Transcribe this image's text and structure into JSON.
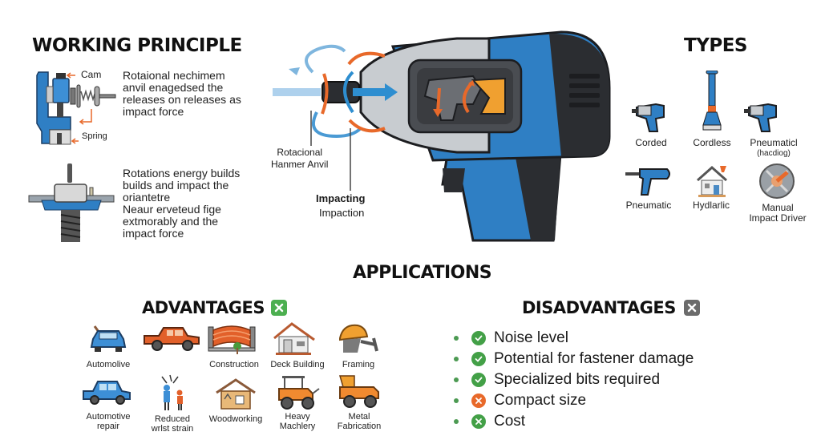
{
  "working_principle": {
    "title": "WORKING PRINCIPLE",
    "diagram1": {
      "label_cam": "Cam",
      "label_spring": "Spring",
      "text": [
        "Rotaional nechimem",
        "anvil enagedsed the",
        "releases on releases as",
        "impact force"
      ]
    },
    "diagram2": {
      "text": [
        "Rotations energy builds",
        "builds and impact the",
        "oriantetre",
        "Neaur erveteud fige",
        "extmorably and the",
        "impact force"
      ]
    }
  },
  "tool_illustration": {
    "label_rotational": [
      "Rotacional",
      "Hanmer Anvil"
    ],
    "label_impacting_bold": "Impacting",
    "label_impacting": "Impaction"
  },
  "types": {
    "title": "TYPES",
    "items": [
      {
        "label": "Corded",
        "sub": ""
      },
      {
        "label": "Cordless",
        "sub": ""
      },
      {
        "label": "Pneumaticl",
        "sub": "(hacdiog)"
      },
      {
        "label": "Pneumatic",
        "sub": ""
      },
      {
        "label": "Hydlarlic",
        "sub": ""
      },
      {
        "label": "Manual",
        "sub": "Impact Driver"
      }
    ]
  },
  "applications": {
    "title": "APPLICATIONS"
  },
  "advantages": {
    "title": "ADVANTAGES",
    "badge_color": "#4caf50",
    "items": [
      {
        "label": "Automolive",
        "sub": ""
      },
      {
        "label": "",
        "sub": ""
      },
      {
        "label": "Construction",
        "sub": ""
      },
      {
        "label": "Deck Building",
        "sub": ""
      },
      {
        "label": "Framing",
        "sub": ""
      },
      {
        "label": "Automotive",
        "sub": "repair"
      },
      {
        "label": "Reduced",
        "sub": "wrlst strain"
      },
      {
        "label": "Woodworking",
        "sub": ""
      },
      {
        "label": "Heavy",
        "sub": "Machlery"
      },
      {
        "label": "Metal",
        "sub": "Fabrication"
      }
    ]
  },
  "disadvantages": {
    "title": "DISADVANTAGES",
    "badge_color": "#6b6b6b",
    "items": [
      {
        "label": "Noise level",
        "icon": "check-circle-icon",
        "color": "#43a047"
      },
      {
        "label": "Potential for fastener damage",
        "icon": "check-circle-icon",
        "color": "#43a047"
      },
      {
        "label": "Specialized bits required",
        "icon": "check-circle-icon",
        "color": "#43a047"
      },
      {
        "label": "Compact size",
        "icon": "x-circle-icon",
        "color": "#e8692a"
      },
      {
        "label": "Cost",
        "icon": "x-circle-icon",
        "color": "#43a047"
      }
    ]
  },
  "colors": {
    "tool_blue": "#2f7fc4",
    "tool_dark": "#2b2d31",
    "accent_orange": "#e8692a",
    "amber": "#f0a030"
  }
}
